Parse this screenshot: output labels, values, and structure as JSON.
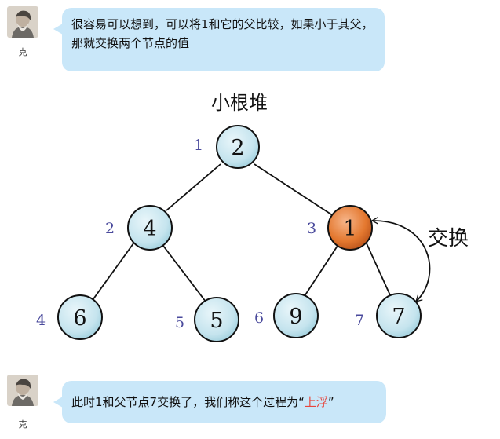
{
  "messages": [
    {
      "sender": "克",
      "text": "很容易可以想到，可以将1和它的父比较，如果小于其父，那就交换两个节点的值"
    },
    {
      "sender": "克",
      "text_before": "此时1和父节点7交换了，我们称这个过程为",
      "quote_open": "“",
      "highlight": "上浮",
      "quote_close": "”"
    }
  ],
  "diagram": {
    "title": "小根堆",
    "swap_label": "交换",
    "nodes": [
      {
        "index": "1",
        "value": "2"
      },
      {
        "index": "2",
        "value": "4"
      },
      {
        "index": "3",
        "value": "1"
      },
      {
        "index": "4",
        "value": "6"
      },
      {
        "index": "5",
        "value": "5"
      },
      {
        "index": "6",
        "value": "9"
      },
      {
        "index": "7",
        "value": "7"
      }
    ],
    "colors": {
      "node_fill": "#c5e4ee",
      "highlight_fill": "#e4782f",
      "index_color": "#4a4a9c",
      "edge_color": "#111111"
    }
  }
}
